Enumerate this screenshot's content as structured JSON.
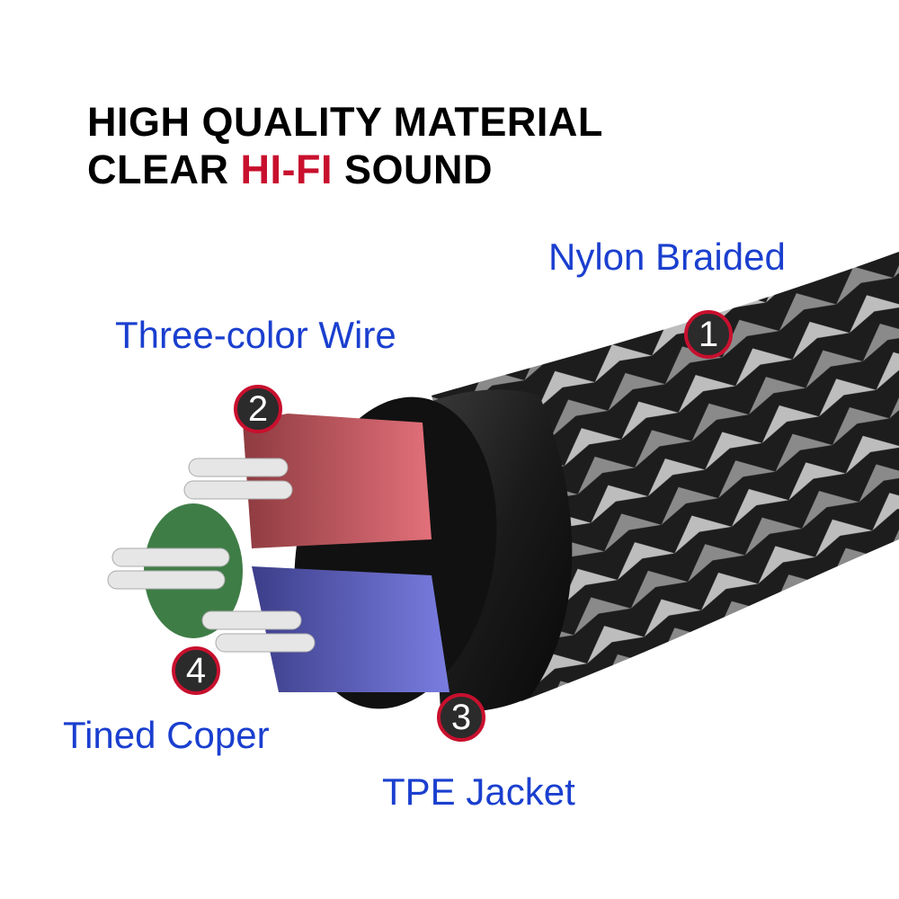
{
  "headline": {
    "line1": "HIGH QUALITY MATERIAL",
    "line2_prefix": "CLEAR",
    "line2_highlight": "HI-FI",
    "line2_suffix": "SOUND"
  },
  "labels": {
    "nylon": "Nylon Braided",
    "wire": "Three-color Wire",
    "copper": "Tined Coper",
    "jacket": "TPE Jacket"
  },
  "badges": [
    "1",
    "2",
    "3",
    "4"
  ],
  "colors": {
    "label": "#1a3fcf",
    "highlight": "#c8102e"
  }
}
